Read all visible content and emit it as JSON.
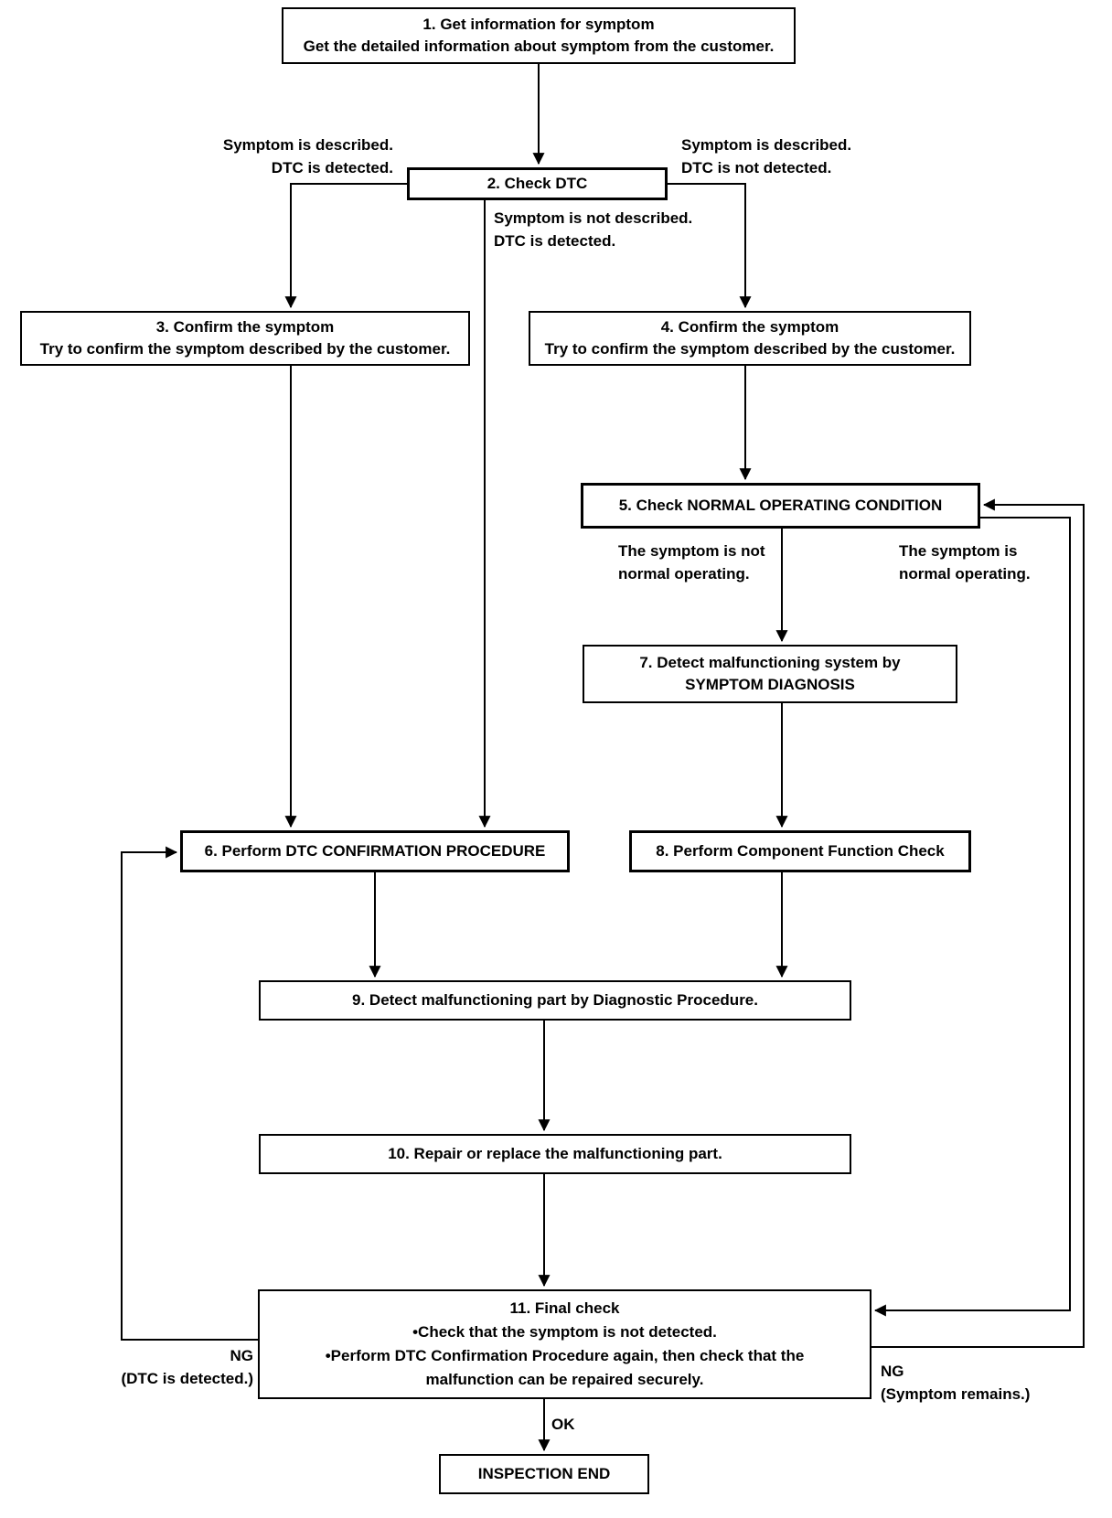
{
  "diagram_type": "flowchart",
  "colors": {
    "line": "#000000",
    "box_border": "#000000",
    "box_fill": "#ffffff",
    "background": "#ffffff",
    "text": "#000000"
  },
  "nodes": {
    "box1": {
      "line1": "1. Get information for symptom",
      "line2": "Get the detailed information about symptom from the customer."
    },
    "box2": {
      "line1": "2. Check DTC"
    },
    "box3": {
      "line1": "3. Confirm the symptom",
      "line2": "Try to confirm the symptom described by the customer."
    },
    "box4": {
      "line1": "4. Confirm the symptom",
      "line2": "Try to confirm the symptom described by the customer."
    },
    "box5": {
      "line1": "5. Check NORMAL OPERATING CONDITION"
    },
    "box7": {
      "line1": "7. Detect malfunctioning system by",
      "line2": "SYMPTOM DIAGNOSIS"
    },
    "box6": {
      "line1": "6. Perform DTC CONFIRMATION PROCEDURE"
    },
    "box8": {
      "line1": "8. Perform Component Function Check"
    },
    "box9": {
      "line1": "9. Detect malfunctioning part by Diagnostic Procedure."
    },
    "box10": {
      "line1": "10. Repair or replace the malfunctioning part."
    },
    "box11": {
      "line1": "11. Final check",
      "line2": "•Check that the symptom is not detected.",
      "line3": "•Perform DTC Confirmation Procedure again, then check that the",
      "line4": "malfunction can be repaired securely."
    },
    "box_end": {
      "line1": "INSPECTION END"
    }
  },
  "edge_labels": {
    "left_branch": {
      "line1": "Symptom is described.",
      "line2": "DTC is detected."
    },
    "right_branch": {
      "line1": "Symptom is described.",
      "line2": "DTC is not detected."
    },
    "center_branch": {
      "line1": "Symptom is not described.",
      "line2": "DTC is detected."
    },
    "not_normal": {
      "line1": "The symptom is not",
      "line2": "normal operating."
    },
    "normal": {
      "line1": "The symptom is",
      "line2": "normal operating."
    },
    "ng_left": {
      "line1": "NG",
      "line2": "(DTC is detected.)"
    },
    "ng_right": {
      "line1": "NG",
      "line2": "(Symptom remains.)"
    },
    "ok": {
      "line1": "OK"
    }
  }
}
